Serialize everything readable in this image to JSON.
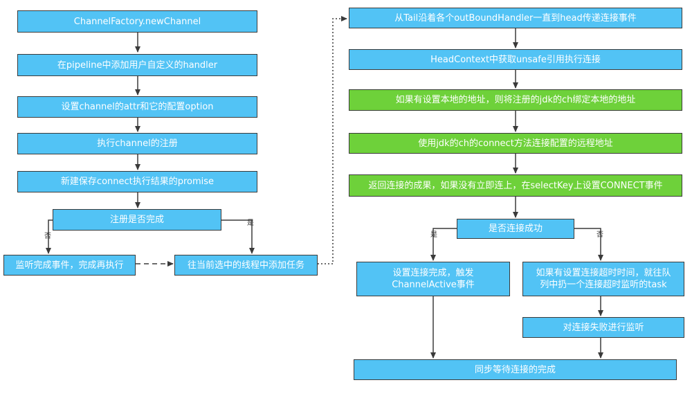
{
  "colors": {
    "blue": "#52c3f5",
    "green": "#6ed13a",
    "line": "#3a3a3a"
  },
  "nodes": {
    "n1": "ChannelFactory.newChannel",
    "n2": "在pipeline中添加用户自定义的handler",
    "n3": "设置channel的attr和它的配置option",
    "n4": "执行channel的注册",
    "n5": "新建保存connect执行结果的promise",
    "n6": "注册是否完成",
    "n7": "监听完成事件，完成再执行",
    "n8": "往当前选中的线程中添加任务",
    "r1": "从Tail沿着各个outBoundHandler一直到head传递连接事件",
    "r2": "HeadContext中获取unsafe引用执行连接",
    "r3": "如果有设置本地的地址，则将注册的jdk的ch绑定本地的地址",
    "r4": "使用jdk的ch的connect方法连接配置的远程地址",
    "r5": "返回连接的成果，如果没有立即连上，在selectKey上设置CONNECT事件",
    "r6": "是否连接成功",
    "r7": "设置连接完成，触发\nChannelActive事件",
    "r8": "如果有设置连接超时时间，就往队\n列中扔一个连接超时监听的task",
    "r9": "对连接失败进行监听",
    "r10": "同步等待连接的完成"
  },
  "edge_labels": {
    "l_no": "否",
    "l_yes": "是",
    "r_yes": "是",
    "r_no": "否"
  }
}
